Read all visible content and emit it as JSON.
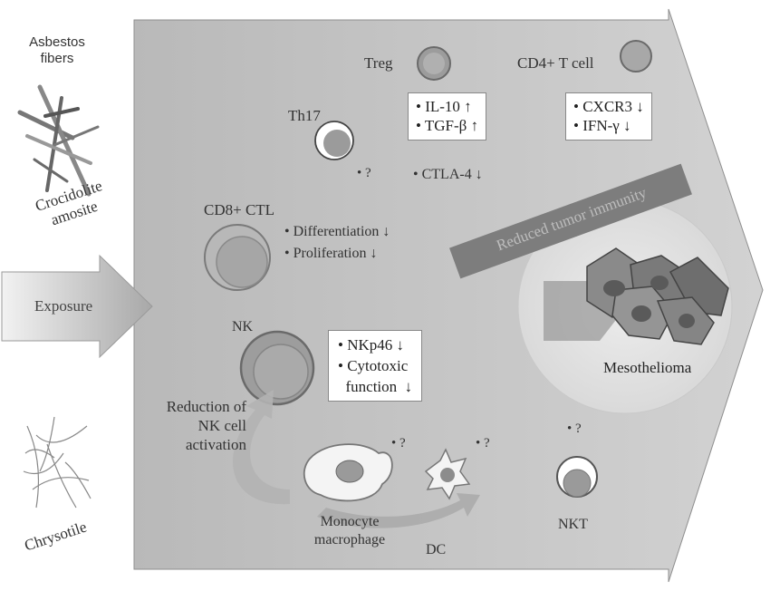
{
  "fibers": {
    "asbestos_fibers": [
      "Asbestos",
      "fibers"
    ],
    "crocidolite": [
      "Crocidolite",
      "amosite"
    ],
    "chrysotile": "Chrysotile"
  },
  "exposure_label": "Exposure",
  "cells": {
    "treg": "Treg",
    "cd4": "CD4+ T cell",
    "th17": "Th17",
    "cd8": "CD8+ CTL",
    "nk": "NK",
    "monocyte": [
      "Monocyte",
      "macrophage"
    ],
    "dc": "DC",
    "nkt": "NKT"
  },
  "treg_box": [
    "• IL-10 ↑",
    "• TGF-β ↑"
  ],
  "ctla4": "• CTLA-4 ↓",
  "cd4_box": [
    "• CXCR3 ↓",
    "• IFN-γ  ↓"
  ],
  "th17_q": "• ?",
  "cd8_effects": [
    "• Differentiation ↓",
    "• Proliferation ↓"
  ],
  "nk_box": [
    "• NKp46 ↓",
    "• Cytotoxic",
    "  function  ↓"
  ],
  "nk_reduction": [
    "Reduction of",
    "NK cell",
    "activation"
  ],
  "question_marks": [
    "• ?",
    "• ?",
    "• ?"
  ],
  "reduced_immunity": "Reduced tumor immunity",
  "mesothelioma": "Mesothelioma",
  "colors": {
    "arrow_fill": "#c4c4c4",
    "cell_fill": "#a9a9a9",
    "cell_stroke": "#6f6f6f",
    "banner": "#7d7d7d",
    "tumor_circle": "#e3e3e3"
  }
}
